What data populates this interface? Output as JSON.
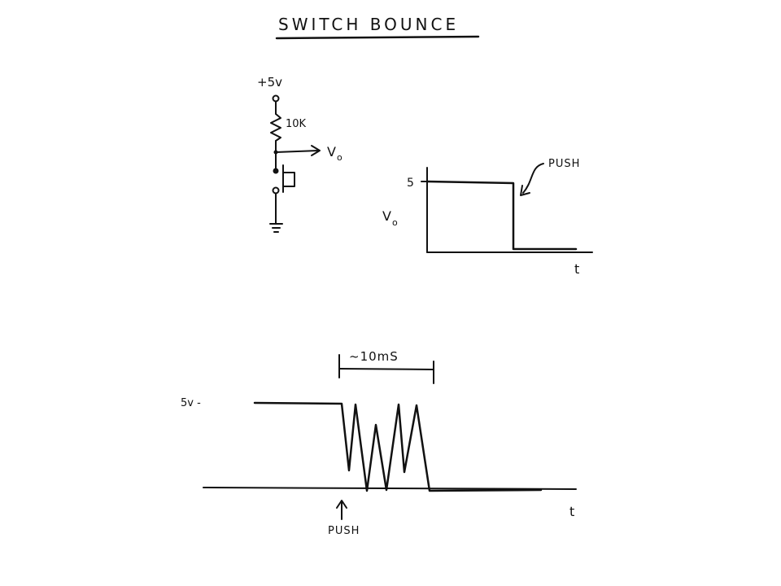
{
  "title": "SWITCH BOUNCE",
  "circuit": {
    "supply_label": "+5v",
    "resistor_label": "10K",
    "output_label": "V",
    "output_subscript": "o"
  },
  "ideal_plot": {
    "y_tick_label": "5",
    "y_label": "V",
    "y_label_subscript": "o",
    "x_label": "t",
    "annotation": "PUSH"
  },
  "bounce_plot": {
    "y_label": "5v -",
    "interval_label": "~10mS",
    "x_label": "t",
    "annotation": "PUSH"
  },
  "colors": {
    "ink": "#111111",
    "paper": "#ffffff"
  }
}
